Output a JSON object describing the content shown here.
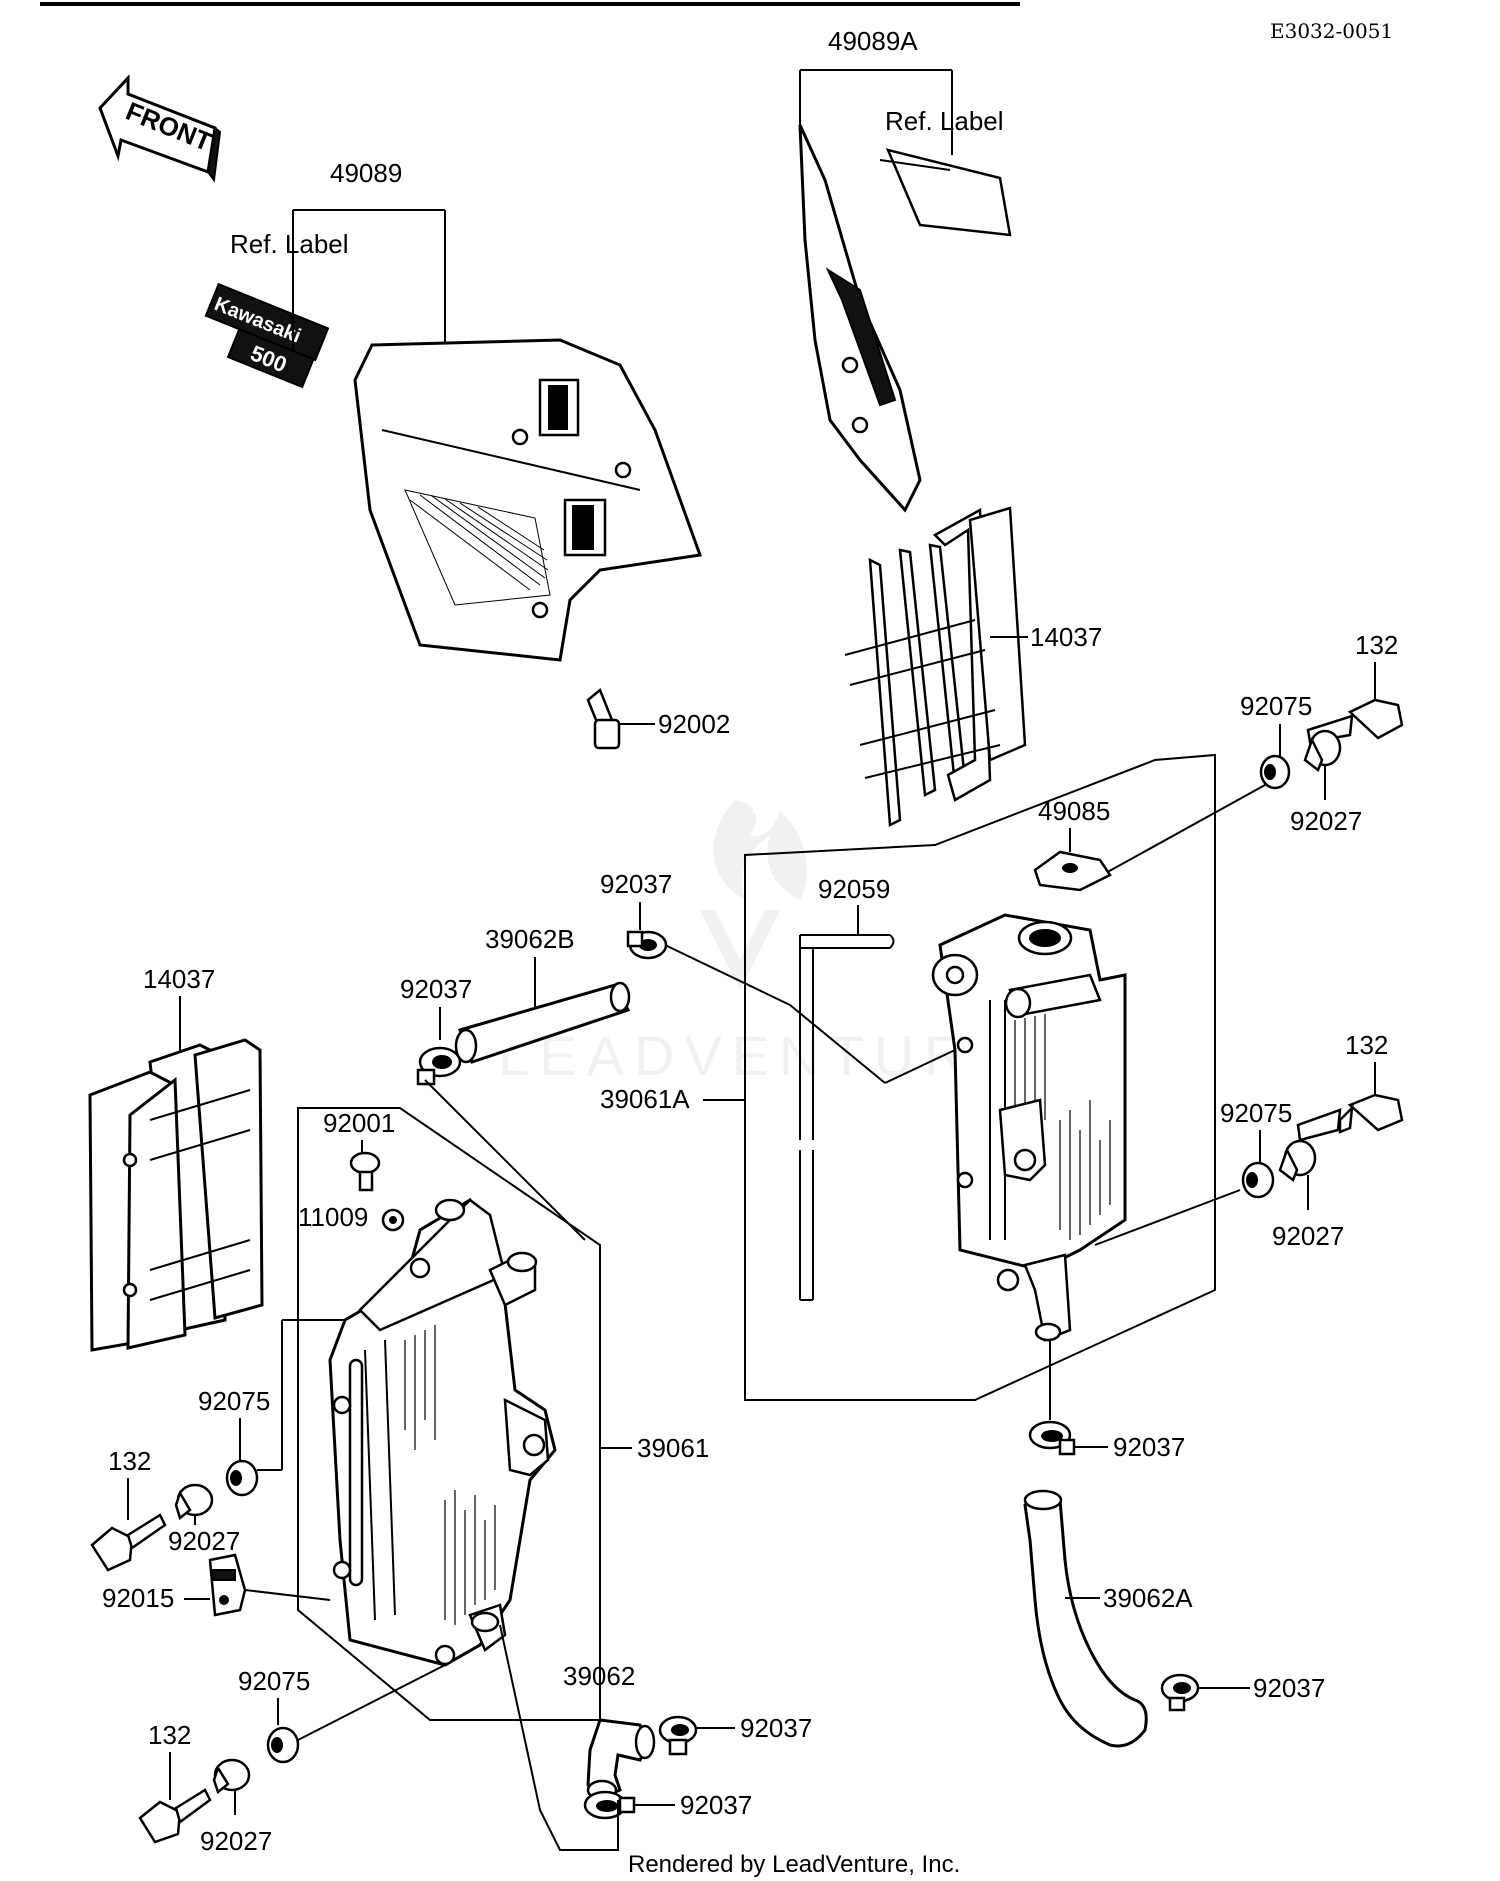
{
  "diagram_code": "E3032-0051",
  "front_tag": "FRONT",
  "ref_label": "Ref. Label",
  "emblem_text": [
    "Kawasaki",
    "500"
  ],
  "watermark": "LEADVENTURE",
  "footer": "Rendered by LeadVenture, Inc.",
  "callouts": {
    "p49089A": "49089A",
    "p49089": "49089",
    "p14037_top": "14037",
    "p92002": "92002",
    "p132_a": "132",
    "p92075_a": "92075",
    "p92027_a": "92027",
    "p49085": "49085",
    "p92037_a": "92037",
    "p92059": "92059",
    "p39062B": "39062B",
    "p92037_b": "92037",
    "p14037_left": "14037",
    "p39061A": "39061A",
    "p132_b": "132",
    "p92075_b": "92075",
    "p92027_b": "92027",
    "p92001": "92001",
    "p11009": "11009",
    "p92075_c": "92075",
    "p39061": "39061",
    "p92037_c": "92037",
    "p132_c": "132",
    "p92027_c": "92027",
    "p92015": "92015",
    "p39062A": "39062A",
    "p92075_d": "92075",
    "p39062": "39062",
    "p92037_d": "92037",
    "p92037_e": "92037",
    "p132_d": "132",
    "p92027_d": "92027",
    "p92037_f": "92037"
  }
}
